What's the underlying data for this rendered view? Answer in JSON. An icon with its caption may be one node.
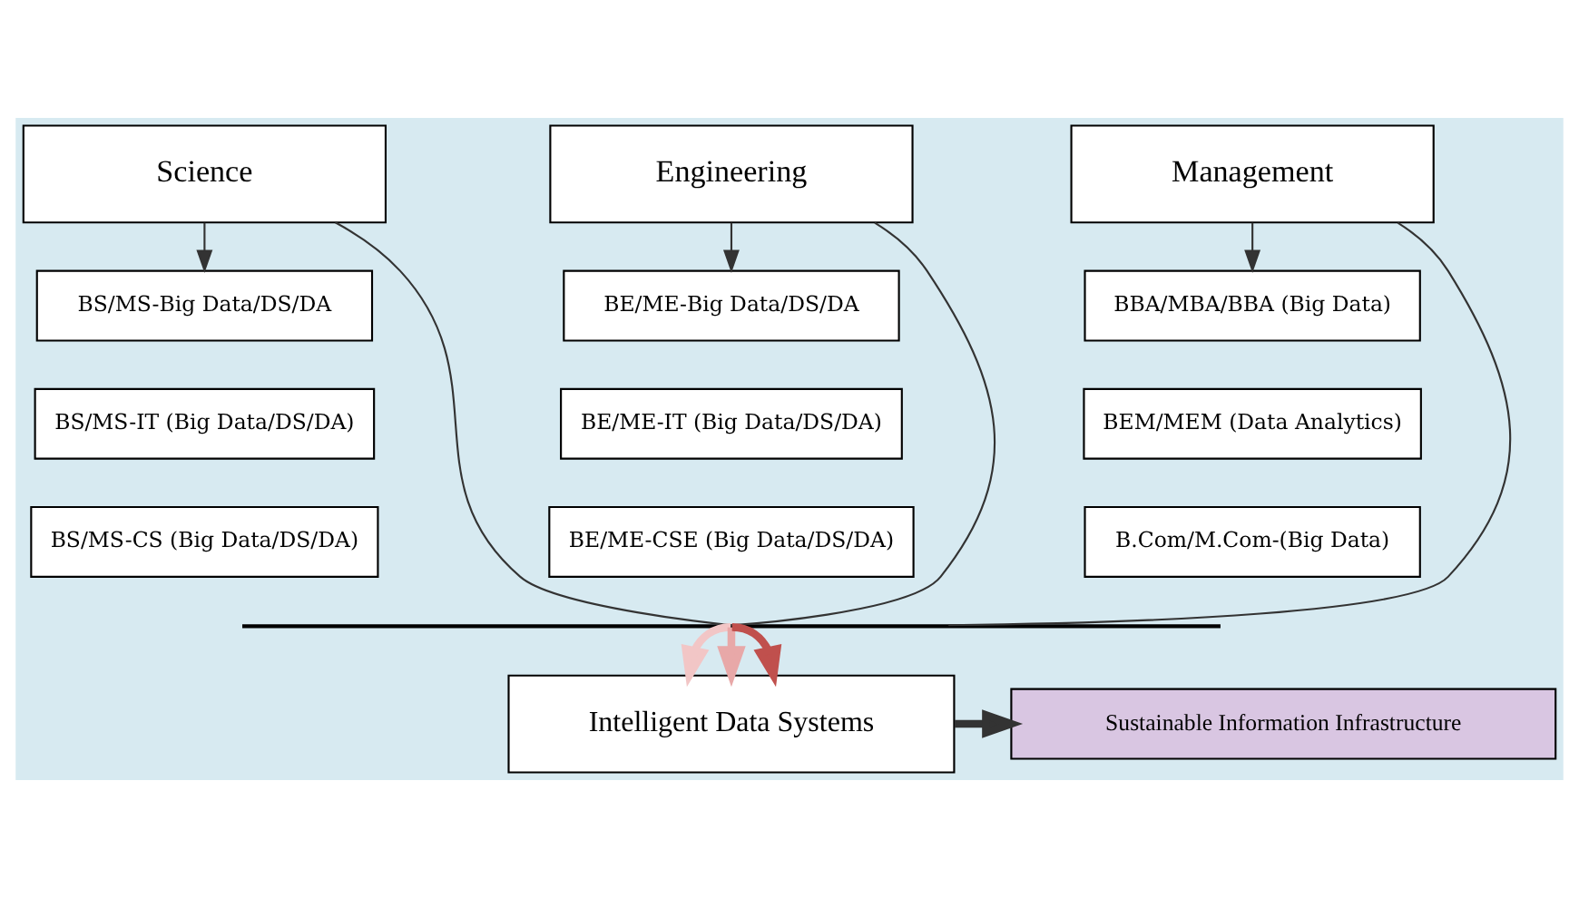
{
  "diagram": {
    "nodes": [
      {
        "text": [
          "Science"
        ]
      },
      {
        "text": [
          "Engineering"
        ]
      },
      {
        "text": [
          "Management"
        ]
      },
      {
        "text": [
          "BS/MS-Big Data/DS/DA"
        ]
      },
      {
        "text": [
          "BS/MS-IT (Big Data/DS/DA)"
        ]
      },
      {
        "text": [
          "BS/MS-CS (Big Data/DS/DA)"
        ]
      },
      {
        "text": [
          "BE/ME-Big Data/DS/DA"
        ]
      },
      {
        "text": [
          "BE/ME-IT (Big Data/DS/DA)"
        ]
      },
      {
        "text": [
          "BE/ME-CSE (Big Data/DS/DA)"
        ]
      },
      {
        "text": [
          "BBA/MBA/BBA (Big Data)"
        ]
      },
      {
        "text": [
          "BEM/MEM (Data Analytics)"
        ]
      },
      {
        "text": [
          "B.Com/M.Com-(Big Data)"
        ]
      },
      {
        "text": [],
        "shape": "bar"
      },
      {
        "text": [
          "Intelligent Data Systems"
        ]
      },
      {
        "text": [
          "Sustainable Information Infrastructure"
        ]
      }
    ],
    "edges": [
      {
        "from": 0,
        "to": 3,
        "arrow": "to"
      },
      {
        "from": 1,
        "to": 6,
        "arrow": "to"
      },
      {
        "from": 2,
        "to": 9,
        "arrow": "to"
      },
      {
        "from": 0,
        "to": 12,
        "arrow": "none"
      },
      {
        "from": 1,
        "to": 12,
        "arrow": "none"
      },
      {
        "from": 2,
        "to": 12,
        "arrow": "none"
      },
      {
        "from": 12,
        "to": 13,
        "arrow": "to",
        "style": "thick",
        "color": "#f2c6c6"
      },
      {
        "from": 12,
        "to": 13,
        "arrow": "to",
        "style": "thick",
        "color": "#e8a8a8"
      },
      {
        "from": 12,
        "to": 13,
        "arrow": "to",
        "style": "thick",
        "color": "#c0504d"
      },
      {
        "from": 13,
        "to": 14,
        "arrow": "to",
        "style": "thick"
      }
    ]
  }
}
